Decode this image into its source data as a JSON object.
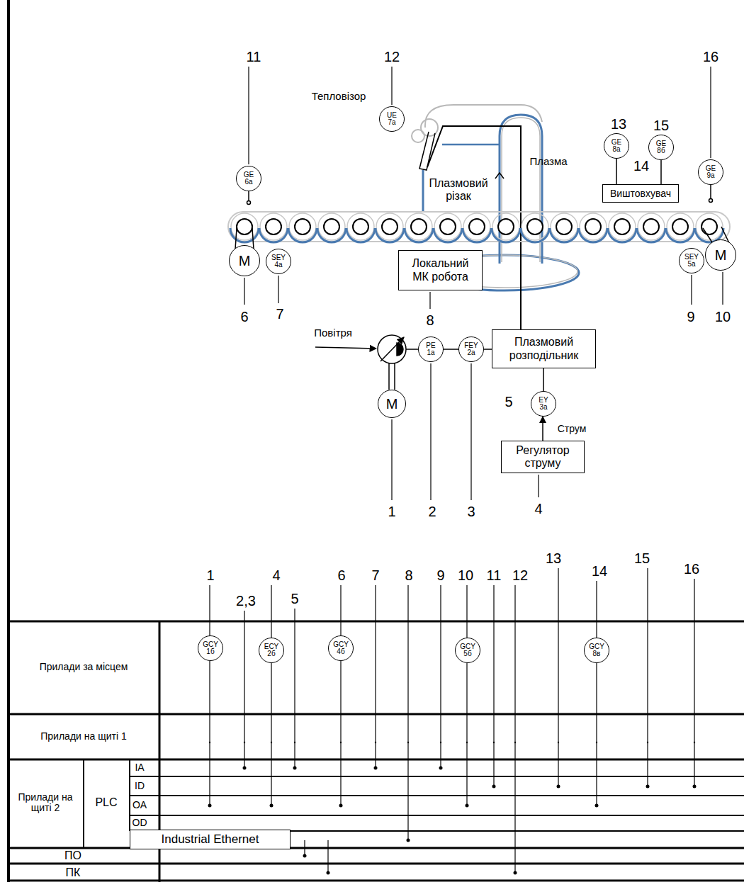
{
  "diagram": {
    "nodes": [
      {
        "text": [
          "GE 6а"
        ]
      },
      {
        "text": [
          "UE 7а"
        ]
      },
      {
        "text": [
          "GE 8а"
        ]
      },
      {
        "text": [
          "GE 8б"
        ]
      },
      {
        "text": [
          "Виштовхувач"
        ]
      },
      {
        "text": [
          "GE 9а"
        ]
      },
      {
        "text": [
          "M"
        ]
      },
      {
        "text": [
          "SEY 4а"
        ]
      },
      {
        "text": [
          "Локальний МК робота"
        ]
      },
      {
        "text": [
          "SEY 5а"
        ]
      },
      {
        "text": [
          "M"
        ]
      },
      {
        "text": [
          "PE 1а"
        ]
      },
      {
        "text": [
          "FEY 2а"
        ]
      },
      {
        "text": [
          "Плазмовий розподільник"
        ]
      },
      {
        "text": [
          "M"
        ]
      },
      {
        "text": [
          "EY 3а"
        ]
      },
      {
        "text": [
          "Регулятор струму"
        ]
      },
      {
        "text": [
          "GCY 1б"
        ]
      },
      {
        "text": [
          "ECY 2б"
        ]
      },
      {
        "text": [
          "GCY 4б"
        ]
      },
      {
        "text": [
          "GCY 5б"
        ]
      },
      {
        "text": [
          "GCY 8в"
        ]
      },
      {
        "text": [
          "Industrial Ethernet"
        ]
      }
    ],
    "edges": [
      {
        "from": 11,
        "to": 12,
        "arrow": "none"
      },
      {
        "from": 12,
        "to": 13,
        "arrow": "none"
      },
      {
        "from": 16,
        "to": 15,
        "arrow": "to"
      },
      {
        "from": 15,
        "to": 13,
        "arrow": "none"
      },
      {
        "from": 2,
        "to": 4,
        "arrow": "none"
      },
      {
        "from": 3,
        "to": 4,
        "arrow": "none"
      }
    ],
    "labels": [
      "11",
      "12",
      "Тепловізор",
      "16",
      "13",
      "15",
      "14",
      "Плазма",
      "Плазмовий різак",
      "6",
      "7",
      "8",
      "9",
      "10",
      "Повітря",
      "5",
      "Струм",
      "1",
      "2",
      "3",
      "4",
      "1",
      "2,3",
      "4",
      "5",
      "6",
      "7",
      "8",
      "9",
      "10",
      "11",
      "12",
      "13",
      "14",
      "15",
      "16",
      "Прилади за місцем",
      "Прилади на щиті 1",
      "Прилади на щиті 2",
      "PLC",
      "IA",
      "ID",
      "OA",
      "OD",
      "ПО",
      "ПК"
    ]
  }
}
